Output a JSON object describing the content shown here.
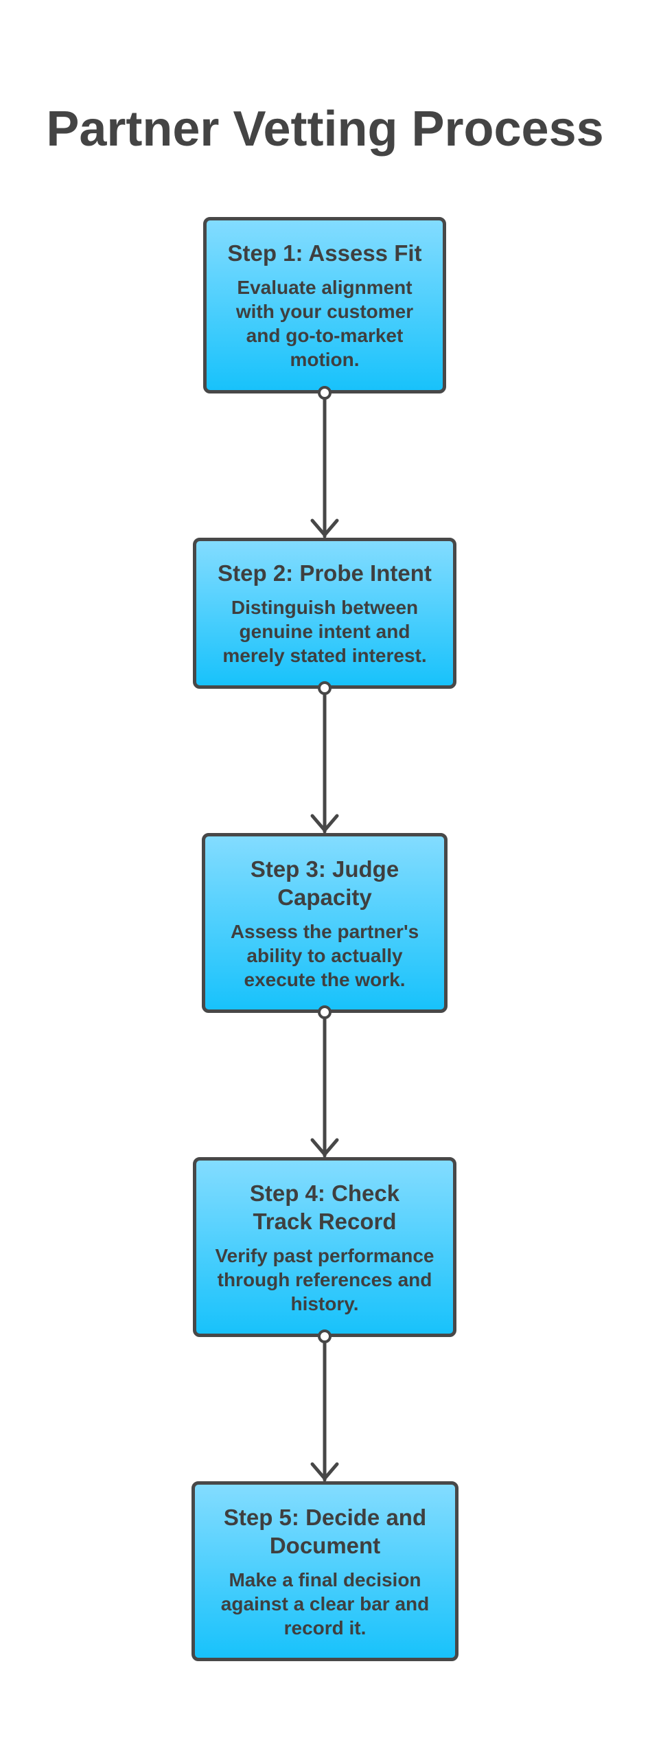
{
  "title": "Partner Vetting Process",
  "steps": [
    {
      "title": "Step 1: Assess Fit",
      "description": "Evaluate alignment with your customer and go-to-market motion."
    },
    {
      "title": "Step 2: Probe Intent",
      "description": "Distinguish between genuine intent and merely stated interest."
    },
    {
      "title": "Step 3: Judge Capacity",
      "description": "Assess the partner's ability to actually execute the work."
    },
    {
      "title": "Step 4: Check Track Record",
      "description": "Verify past performance through references and history."
    },
    {
      "title": "Step 5: Decide and Document",
      "description": "Make a final decision against a clear bar and record it."
    }
  ],
  "colors": {
    "box_top": "#83dcff",
    "box_bottom": "#18c2fb",
    "border": "#484848",
    "text": "#3f3f3f"
  }
}
